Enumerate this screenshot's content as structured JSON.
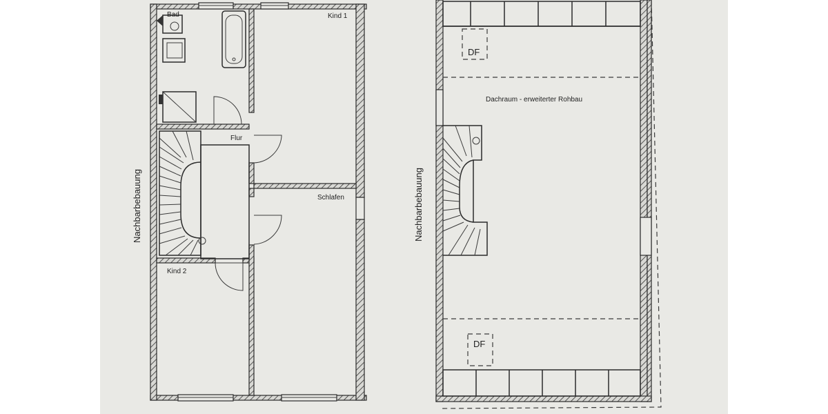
{
  "plan_left": {
    "rooms": {
      "bad": "Bad",
      "kind1": "Kind 1",
      "flur": "Flur",
      "schlafen": "Schlafen",
      "kind2": "Kind 2"
    },
    "neighbor": "Nachbarbebauung"
  },
  "plan_right": {
    "room": "Dachraum - erweiterter Rohbau",
    "df_top": "DF",
    "df_bottom": "DF",
    "neighbor": "Nachbarbebauung"
  },
  "colors": {
    "paper": "#e9e9e5",
    "ink": "#2b2b2b"
  }
}
